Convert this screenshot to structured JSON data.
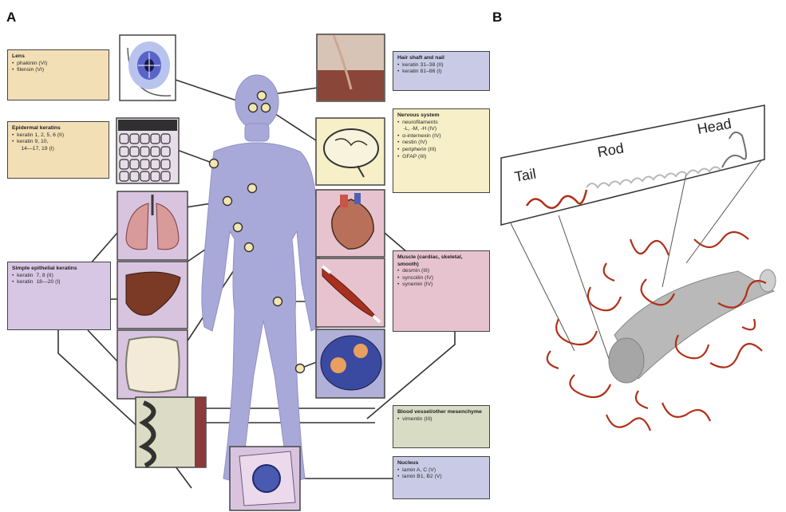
{
  "panels": {
    "a": "A",
    "b": "B"
  },
  "boxes": {
    "lens": {
      "title": "Lens",
      "items": [
        "•  phakinin (VI)",
        "•  filensin (VI)"
      ]
    },
    "epidermal": {
      "title": "Epidermal keratins",
      "items": [
        "•  keratin 1, 2, 5, 6 (II)",
        "•  keratin 9, 10,",
        "      14—17, 19 (I)"
      ]
    },
    "simple": {
      "title": "Simple epithelial keratins",
      "items": [
        "•  keratin  7, 8 (II)",
        "•  keratin  18—20 (I)"
      ]
    },
    "hair": {
      "title": "Hair shaft and nail",
      "items": [
        "•  keratin 31–38 (II)",
        "•  keratin 81–86 (I)"
      ]
    },
    "nervous": {
      "title": "Nervous system",
      "items": [
        "•  neurofilaments",
        "    -L, -M, -H (IV)",
        "•  α-internexin (IV)",
        "•  nestin (IV)",
        "•  peripherin (III)",
        "•  GFAP (III)"
      ]
    },
    "muscle": {
      "title": "Muscle (cardiac, skeletal, smooth)",
      "items": [
        "•  desmin (III)",
        "•  syncoilin (IV)",
        "•  synemin (IV)"
      ]
    },
    "blood": {
      "title": "Blood vessel/other mesenchyme",
      "items": [
        "•  vimentin (III)"
      ]
    },
    "nucleus": {
      "title": "Nucleus",
      "items": [
        "•  lamin A, C (V)",
        "•  lamin B1, B2 (V)"
      ]
    }
  },
  "filament": {
    "tail": "Tail",
    "rod": "Rod",
    "head": "Head"
  },
  "colors": {
    "body": "#a8a8d8",
    "hub": "#bfbfbf",
    "strand": "#b03018",
    "box_border": "#444444"
  }
}
